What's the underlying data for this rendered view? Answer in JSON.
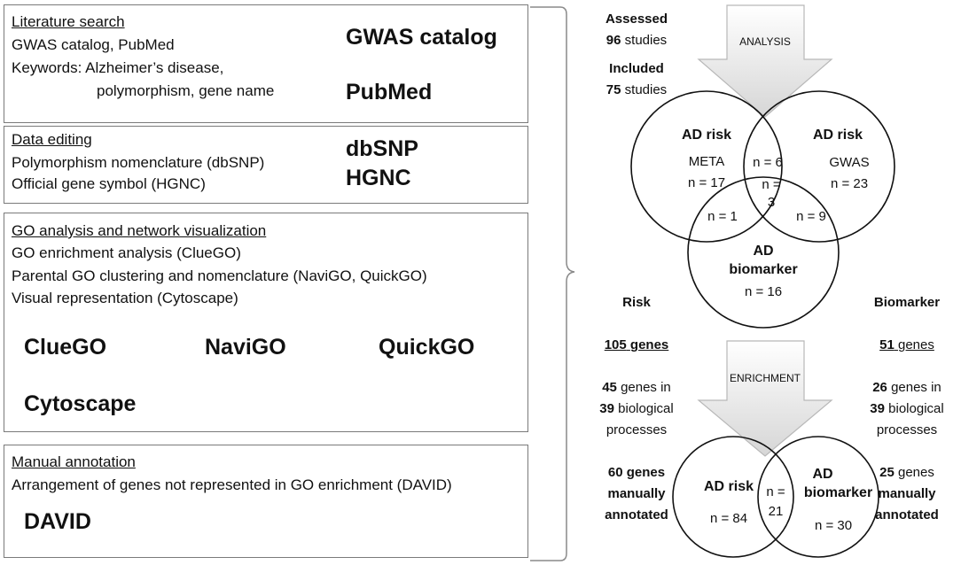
{
  "left": {
    "lit": {
      "heading": "Literature search",
      "line1": "GWAS catalog, PubMed",
      "line2": "Keywords: Alzheimer’s disease,",
      "line3": "polymorphism, gene name",
      "tool1": "GWAS catalog",
      "tool2": "PubMed"
    },
    "edit": {
      "heading": "Data editing",
      "line1": "Polymorphism nomenclature (dbSNP)",
      "line2": "Official gene symbol (HGNC)",
      "tool1": "dbSNP",
      "tool2": "HGNC"
    },
    "go": {
      "heading": "GO analysis and network visualization",
      "line1": "GO enrichment analysis (ClueGO)",
      "line2": "Parental GO clustering and nomenclature (NaviGO, QuickGO)",
      "line3": "Visual representation (Cytoscape)",
      "tool1": "ClueGO",
      "tool2": "NaviGO",
      "tool3": "QuickGO",
      "tool4": "Cytoscape"
    },
    "manual": {
      "heading": "Manual annotation",
      "line1": "Arrangement of genes not represented in GO enrichment (DAVID)",
      "tool1": "DAVID"
    }
  },
  "right": {
    "assessed_label": "Assessed",
    "assessed_num": "96",
    "assessed_word": "studies",
    "included_label": "Included",
    "included_num": "75",
    "included_word": "studies",
    "arrow1": "ANALYSIS",
    "arrow2": "ENRICHMENT",
    "venn1": {
      "meta_title": "AD risk",
      "meta_sub": "META",
      "meta_n": "n =  17",
      "gwas_title": "AD risk",
      "gwas_sub": "GWAS",
      "gwas_n": "n = 23",
      "bio_title1": "AD",
      "bio_title2": "biomarker",
      "bio_n": "n =  16",
      "mg": "n = 6",
      "all3a": "n =",
      "all3b": "3",
      "mb": "n = 1",
      "gb": "n = 9"
    },
    "risk": {
      "label": "Risk",
      "genes_num": "105",
      "genes_word": "genes",
      "l1_num": "45",
      "l1_rest": "genes in",
      "l2_num": "39",
      "l2_rest": "biological",
      "l3": "processes",
      "l4_num": "60",
      "l4_rest": "genes",
      "l5": "manually",
      "l6": "annotated"
    },
    "biomarker": {
      "label": "Biomarker",
      "genes_num": "51",
      "genes_word": "genes",
      "l1_num": "26",
      "l1_rest": "genes in",
      "l2_num": "39",
      "l2_rest": "biological",
      "l3": "processes",
      "l4_num": "25",
      "l4_rest": "genes",
      "l5": "manually",
      "l6": "annotated"
    },
    "venn2": {
      "risk_title": "AD risk",
      "risk_n": "n =  84",
      "bio_title1": "AD",
      "bio_title2": "biomarker",
      "bio_n": "n =  30",
      "overlap_a": "n =",
      "overlap_b": "21"
    }
  }
}
